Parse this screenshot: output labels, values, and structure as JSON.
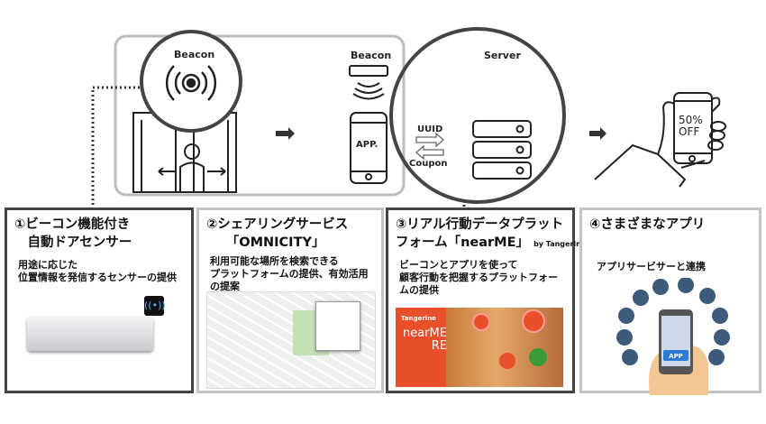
{
  "flow": {
    "beacon1_label": "Beacon",
    "beacon2_label": "Beacon",
    "app_label": "APP.",
    "server_label": "Server",
    "uuid_label": "UUID",
    "coupon_label": "Coupon",
    "offer_line1": "50%",
    "offer_line2": "OFF"
  },
  "cards": [
    {
      "title": "①ビーコン機能付き\n　自動ドアセンサー",
      "desc": "用途に応じた\n位置情報を発信するセンサーの提供"
    },
    {
      "title": "②シェアリングサービス\n　　「OMNICITY」",
      "desc": "利用可能な場所を検索できる\nプラットフォームの提供、有効活用\nの提案"
    },
    {
      "title": "③リアル行動データプラット\nフォーム「nearME」",
      "by": "by Tangerine",
      "desc": "ビーコンとアプリを使って\n顧客行動を把握するプラットフォー\nムの提供",
      "banner_brand": "Tangerine",
      "banner_title": "nearME\nRE"
    },
    {
      "title": "④さまざまなアプリ",
      "desc": "アプリサービサーと連携",
      "app_label": "APP"
    }
  ],
  "colors": {
    "dark_border": "#444444",
    "light_border": "#bbbbbb",
    "orange": "#e8502a"
  }
}
